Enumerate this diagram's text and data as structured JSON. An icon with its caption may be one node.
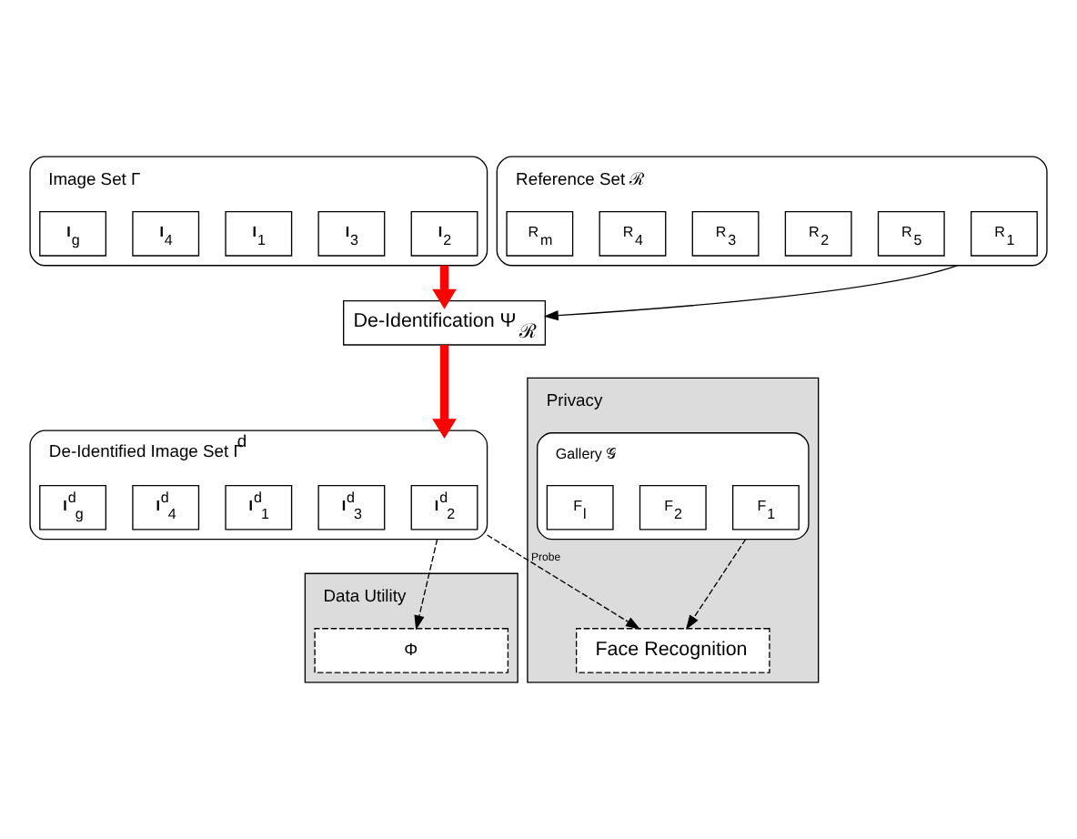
{
  "diagram": {
    "nodes": [
      {
        "text": [
          "Image Set Γ"
        ]
      },
      {
        "text": [
          "**I**$_{2}$"
        ],
        "in": 0
      },
      {
        "text": [
          "**I**$_{3}$"
        ],
        "in": 0
      },
      {
        "text": [
          "**I**$_{1}$"
        ],
        "in": 0
      },
      {
        "text": [
          "**I**$_{4}$"
        ],
        "in": 0
      },
      {
        "text": [
          "**I**$_{g}$"
        ],
        "in": 0
      },
      {
        "text": [
          "Reference Set ℛ"
        ]
      },
      {
        "text": [
          "R$_{1}$"
        ],
        "in": 6
      },
      {
        "text": [
          "R$_{5}$"
        ],
        "in": 6
      },
      {
        "text": [
          "R$_{2}$"
        ],
        "in": 6
      },
      {
        "text": [
          "R$_{3}$"
        ],
        "in": 6
      },
      {
        "text": [
          "R$_{4}$"
        ],
        "in": 6
      },
      {
        "text": [
          "R$_{m}$"
        ],
        "in": 6
      },
      {
        "text": [
          "De-Identification Ψ$_{ℛ}$"
        ]
      },
      {
        "text": [
          "De-Identified Image Set Γ$^{d}$"
        ]
      },
      {
        "text": [
          "**I**$^{d}$$_{2}$"
        ],
        "in": 14
      },
      {
        "text": [
          "**I**$^{d}$$_{3}$"
        ],
        "in": 14
      },
      {
        "text": [
          "**I**$^{d}$$_{1}$"
        ],
        "in": 14
      },
      {
        "text": [
          "**I**$^{d}$$_{4}$"
        ],
        "in": 14
      },
      {
        "text": [
          "**I**$^{d}$$_{g}$"
        ],
        "in": 14
      },
      {
        "text": [
          "Data Utility"
        ]
      },
      {
        "text": [
          "Φ"
        ],
        "in": 20
      },
      {
        "text": [
          "Privacy"
        ]
      },
      {
        "text": [
          "Face Recognition"
        ],
        "in": 22
      },
      {
        "text": [
          "Gallery 𝒢"
        ],
        "in": 22
      },
      {
        "text": [
          "F$_{1}$"
        ],
        "in": 24
      },
      {
        "text": [
          "F$_{2}$"
        ],
        "in": 24
      },
      {
        "text": [
          "F$_{l}$"
        ],
        "in": 24
      }
    ],
    "edges": [
      {
        "from": 0,
        "to": 13,
        "arrow": "to",
        "style": "thick",
        "color": "#ff0000"
      },
      {
        "from": 6,
        "to": 13,
        "arrow": "to"
      },
      {
        "from": 13,
        "to": 14,
        "arrow": "to",
        "style": "thick",
        "color": "#ff0000"
      },
      {
        "from": 14,
        "to": 21,
        "arrow": "to",
        "style": "dashed"
      },
      {
        "from": 14,
        "to": 23,
        "arrow": "to",
        "style": "dashed",
        "label": "Probe"
      },
      {
        "from": 24,
        "to": 23,
        "arrow": "to",
        "style": "dashed"
      }
    ]
  }
}
